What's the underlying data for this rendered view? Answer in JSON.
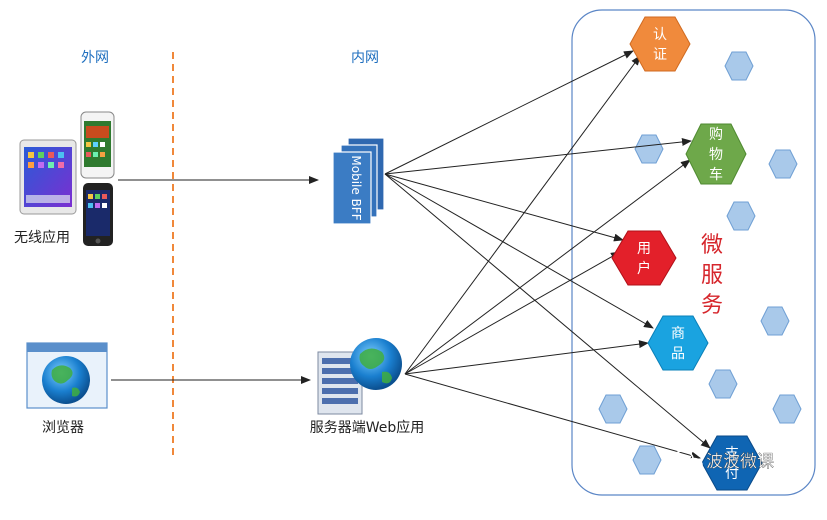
{
  "zones": {
    "external": "外网",
    "internal": "内网"
  },
  "clients": {
    "mobile": "无线应用",
    "browser": "浏览器"
  },
  "gateways": {
    "bff": "Mobile BFF",
    "web_app": "服务器端Web应用"
  },
  "services": {
    "auth": [
      "认",
      "证"
    ],
    "cart": [
      "购",
      "物",
      "车"
    ],
    "user": [
      "用",
      "户"
    ],
    "product": [
      "商",
      "品"
    ],
    "payment": [
      "支",
      "付"
    ]
  },
  "microservices_label": [
    "微",
    "服",
    "务"
  ],
  "watermark": "波波微课",
  "colors": {
    "link_blue": "#1f6fbf",
    "divider": "#f0883a",
    "bff_blue": "#3b7cc4",
    "auth": "#f08a3c",
    "cart": "#6ea84a",
    "user": "#e3202a",
    "product": "#1aa3e0",
    "payment": "#0f65b3",
    "small_hex": "#a9c9ea",
    "label_red": "#d6262c"
  }
}
